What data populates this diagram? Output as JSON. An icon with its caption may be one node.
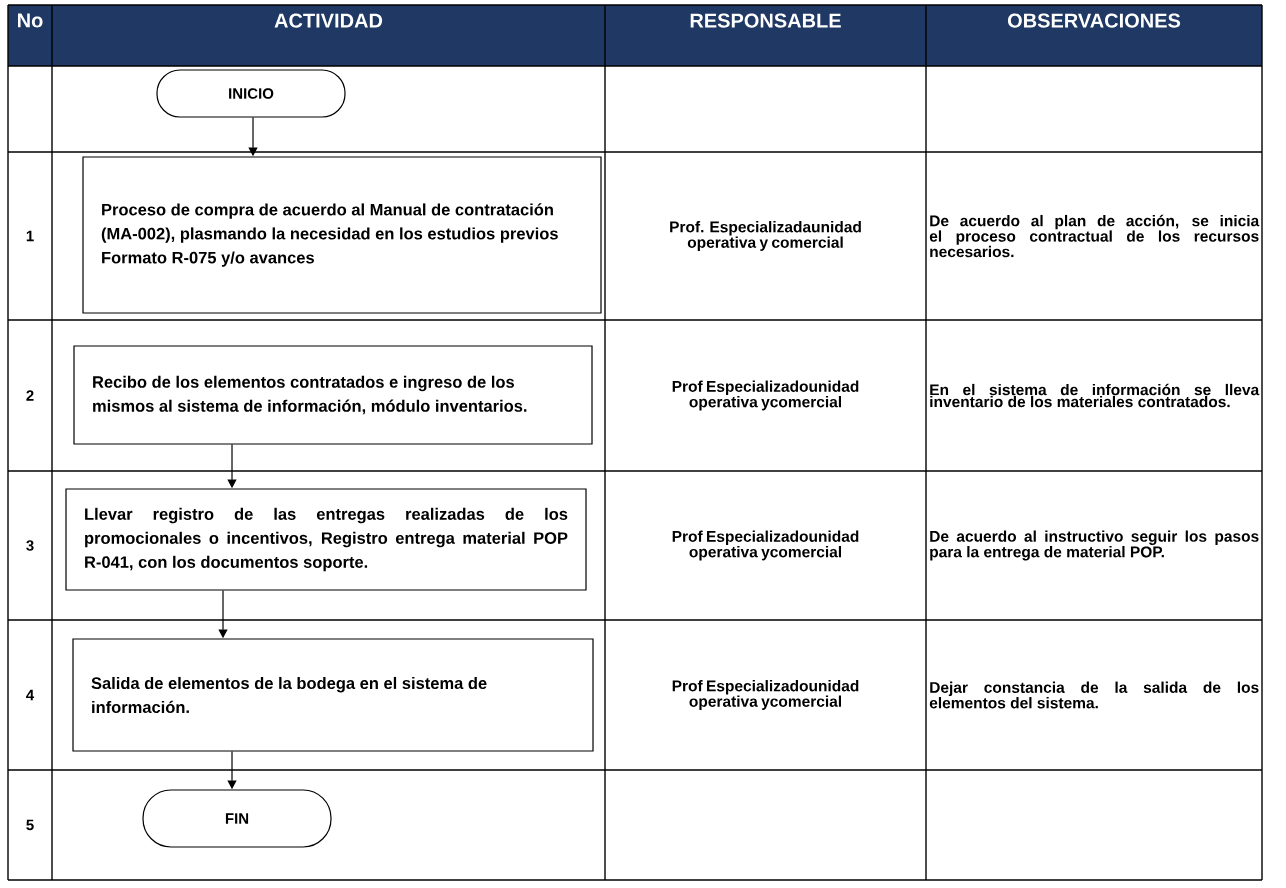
{
  "diagram": {
    "nodes": [
      {
        "text": [
          "INICIO"
        ]
      },
      {
        "text": [
          "Proceso de compra de acuerdo al Manual de contratación (MA-002), plasmando la necesidad en los estudios previos Formato R-075 y/o avances"
        ]
      },
      {
        "text": [
          "Recibo de los elementos contratados e ingreso de los mismos al sistema de información, módulo inventarios."
        ]
      },
      {
        "text": [
          "Llevar registro de las entregas realizadas de los promocionales o incentivos, Registro entrega material POP R-041, con los documentos soporte."
        ]
      },
      {
        "text": [
          "Salida de elementos de la bodega en el sistema de información."
        ]
      },
      {
        "text": [
          "FIN"
        ]
      }
    ],
    "edges": [
      {
        "from": 0,
        "to": 1,
        "arrow": "to"
      },
      {
        "from": 2,
        "to": 3,
        "arrow": "to"
      },
      {
        "from": 3,
        "to": 4,
        "arrow": "to"
      },
      {
        "from": 4,
        "to": 5,
        "arrow": "to"
      }
    ],
    "labels": [
      "No",
      "ACTIVIDAD",
      "RESPONSABLE",
      "OBSERVACIONES",
      "1",
      "Prof. Especializadaunidad operativa y comercial",
      "De acuerdo al plan de acción, se inicia el proceso contractual de los recursos necesarios.",
      "2",
      "Prof Especializadounidad operativa ycomercial",
      "En el sistema de información se lleva inventario de los materiales contratados.",
      "3",
      "Prof Especializadounidad operativa ycomercial",
      "De acuerdo al instructivo seguir los pasos para la entrega de material POP.",
      "4",
      "Prof Especializadounidad operativa ycomercial",
      "Dejar constancia de la salida de los elementos del sistema.",
      "5"
    ]
  }
}
